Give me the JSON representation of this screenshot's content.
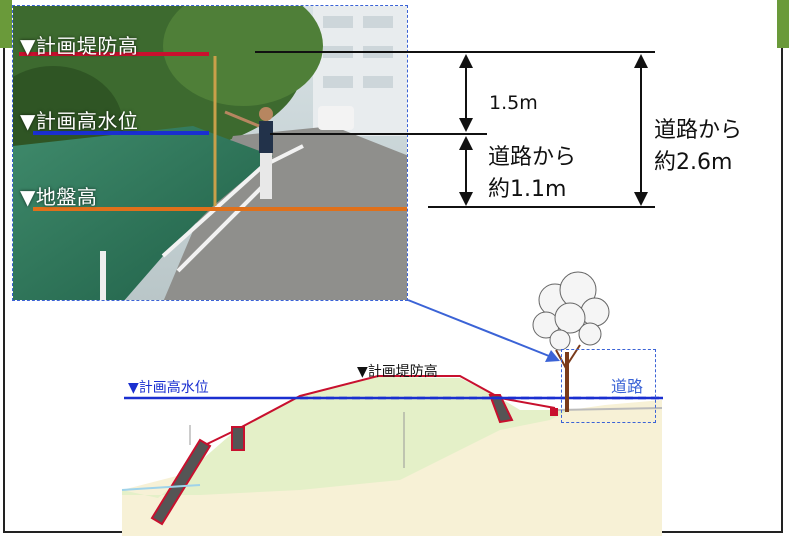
{
  "photo_labels": {
    "dike_height": "▼計画堤防高",
    "high_water": "▼計画高水位",
    "ground": "▼地盤高"
  },
  "callouts": {
    "gap": "1.5m",
    "from_road_1_1_line1": "道路から",
    "from_road_1_1_line2": "約1.1m",
    "from_road_2_6_line1": "道路から",
    "from_road_2_6_line2": "約2.6m"
  },
  "cross_section": {
    "dike_height_label": "▼計画堤防高",
    "high_water_label": "▼計画高水位",
    "road_label": "道路"
  },
  "colors": {
    "dike_line": "#c8102e",
    "high_water_line": "#1a2fd0",
    "ground_line": "#e0701a",
    "embankment_fill": "#e4f0c8",
    "ground_fill": "#f7f1d6",
    "dashed_box": "#3b63d6"
  }
}
